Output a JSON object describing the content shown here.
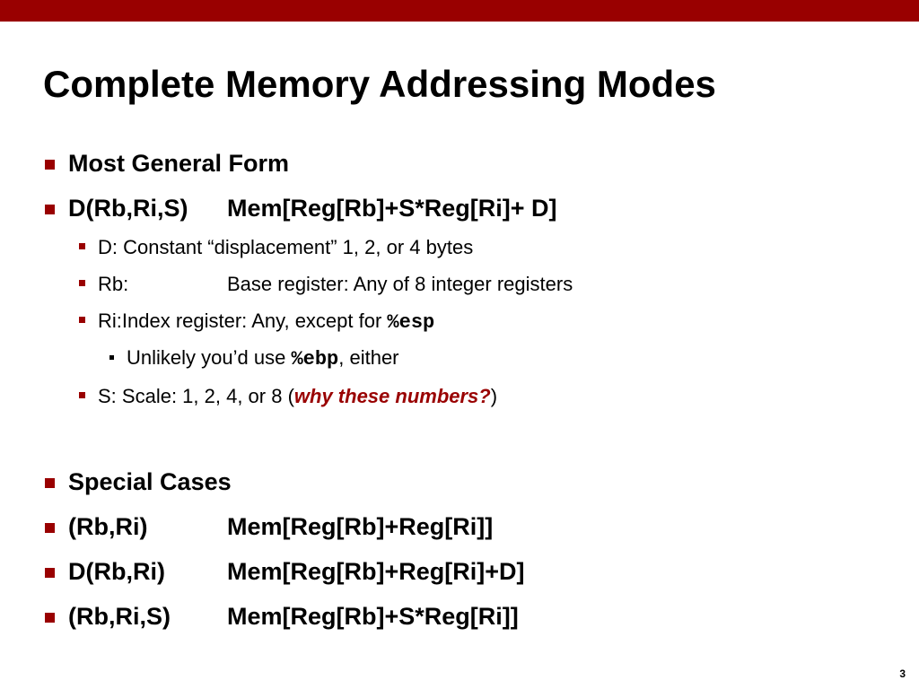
{
  "title": "Complete Memory Addressing Modes",
  "general": {
    "heading": "Most General Form",
    "form": "D(Rb,Ri,S)",
    "formula": "Mem[Reg[Rb]+S*Reg[Ri]+ D]",
    "d": {
      "term": "D:",
      "desc": "Constant “displacement” 1, 2, or 4 bytes"
    },
    "rb": {
      "term": "Rb:",
      "desc": "Base register: Any of 8 integer registers"
    },
    "ri": {
      "term": "Ri:",
      "desc": "Index register: Any, except for ",
      "reg": "%esp"
    },
    "ri_note": {
      "text1": "Unlikely you’d use ",
      "reg": "%ebp",
      "text2": ", either"
    },
    "s": {
      "term": "S:",
      "desc": "Scale: 1, 2, 4, or 8 (",
      "emphasis": "why these numbers?",
      "close": ")"
    }
  },
  "special": {
    "heading": "Special Cases",
    "cases": [
      {
        "form": "(Rb,Ri)",
        "formula": "Mem[Reg[Rb]+Reg[Ri]]"
      },
      {
        "form": "D(Rb,Ri)",
        "formula": "Mem[Reg[Rb]+Reg[Ri]+D]"
      },
      {
        "form": "(Rb,Ri,S)",
        "formula": "Mem[Reg[Rb]+S*Reg[Ri]]"
      }
    ]
  },
  "page_number": "3",
  "colors": {
    "accent": "#990000",
    "text": "#000000",
    "background": "#ffffff"
  }
}
